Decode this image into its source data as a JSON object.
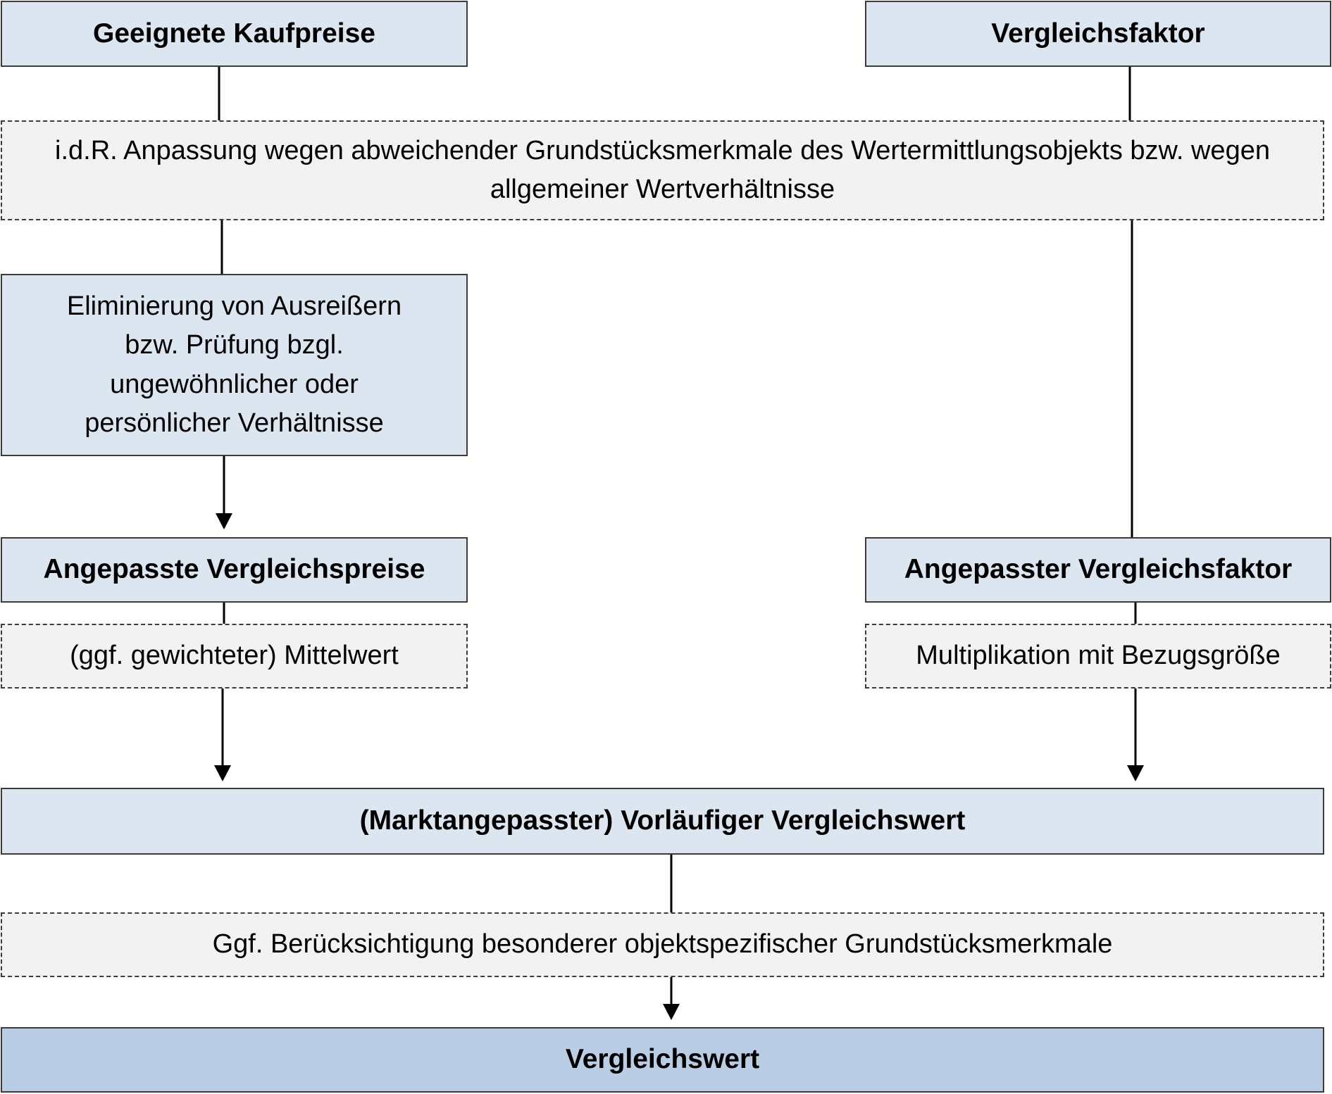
{
  "diagram": {
    "nodes": {
      "kaufpreise": "Geeignete Kaufpreise",
      "vergleichsfaktor": "Vergleichsfaktor",
      "anpassung": "i.d.R. Anpassung wegen abweichender Grundstücksmerkmale des Wertermittlungsobjekts bzw. wegen allgemeiner Wertverhältnisse",
      "eliminierung": "Eliminierung von Ausreißern bzw. Prüfung bzgl. ungewöhnlicher oder persönlicher Verhältnisse",
      "angepasste_preise": "Angepasste Vergleichspreise",
      "angepasster_faktor": "Angepasster Vergleichsfaktor",
      "mittelwert": "(ggf. gewichteter) Mittelwert",
      "multiplikation": "Multiplikation mit Bezugsgröße",
      "vorlaeufiger_wert": "(Marktangepasster) Vorläufiger Vergleichswert",
      "beruecksichtigung": "Ggf. Berücksichtigung besonderer objektspezifischer Grundstücksmerkmale",
      "vergleichswert": "Vergleichswert"
    },
    "edges": [
      {
        "from": "kaufpreise",
        "to": "anpassung",
        "arrow": false
      },
      {
        "from": "vergleichsfaktor",
        "to": "anpassung",
        "arrow": false
      },
      {
        "from": "anpassung",
        "to": "eliminierung",
        "arrow": false
      },
      {
        "from": "anpassung",
        "to": "angepasster_faktor",
        "arrow": false
      },
      {
        "from": "eliminierung",
        "to": "angepasste_preise",
        "arrow": true
      },
      {
        "from": "angepasste_preise",
        "to": "mittelwert",
        "arrow": false
      },
      {
        "from": "angepasster_faktor",
        "to": "multiplikation",
        "arrow": false
      },
      {
        "from": "mittelwert",
        "to": "vorlaeufiger_wert",
        "arrow": true
      },
      {
        "from": "multiplikation",
        "to": "vorlaeufiger_wert",
        "arrow": true
      },
      {
        "from": "vorlaeufiger_wert",
        "to": "beruecksichtigung",
        "arrow": false
      },
      {
        "from": "beruecksichtigung",
        "to": "vergleichswert",
        "arrow": true
      }
    ]
  }
}
